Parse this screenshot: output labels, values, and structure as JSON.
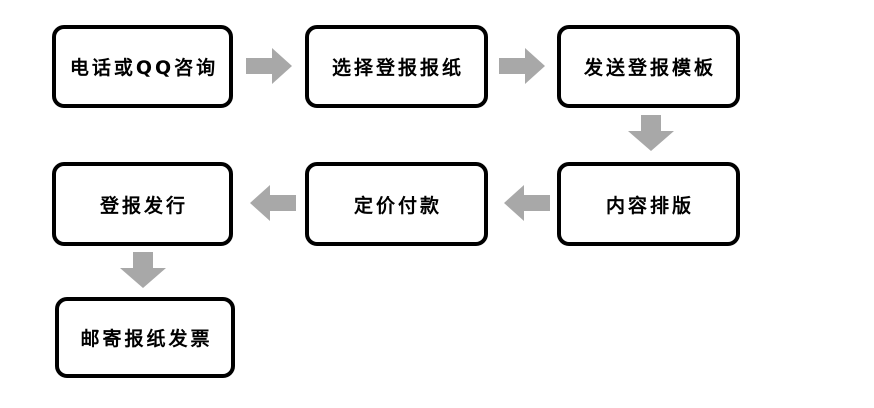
{
  "flowchart": {
    "steps": [
      {
        "label": "电话或QQ咨询"
      },
      {
        "label": "选择登报报纸"
      },
      {
        "label": "发送登报模板"
      },
      {
        "label": "内容排版"
      },
      {
        "label": "定价付款"
      },
      {
        "label": "登报发行"
      },
      {
        "label": "邮寄报纸发票"
      }
    ],
    "arrows": [
      {
        "from": "电话或QQ咨询",
        "to": "选择登报报纸",
        "direction": "right"
      },
      {
        "from": "选择登报报纸",
        "to": "发送登报模板",
        "direction": "right"
      },
      {
        "from": "发送登报模板",
        "to": "内容排版",
        "direction": "down"
      },
      {
        "from": "内容排版",
        "to": "定价付款",
        "direction": "left"
      },
      {
        "from": "定价付款",
        "to": "登报发行",
        "direction": "left"
      },
      {
        "from": "登报发行",
        "to": "邮寄报纸发票",
        "direction": "down"
      }
    ],
    "colors": {
      "arrow": "#a8a8a8",
      "box_border": "#000000",
      "box_fill": "#ffffff",
      "text": "#000000",
      "background": "#ffffff"
    }
  }
}
